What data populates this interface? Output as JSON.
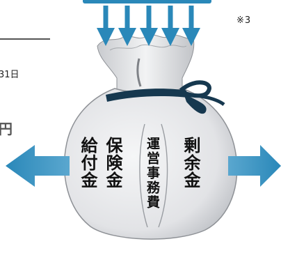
{
  "notes": {
    "ref_mark": "※3",
    "date_fragment": "31日",
    "yen_fragment": "円"
  },
  "bag": {
    "left_outflow_1": "給付金",
    "left_outflow_2": "保険金",
    "center_label": "運営事務費",
    "right_outflow": "剰余金"
  },
  "colors": {
    "arrow_blue": "#2a88b9",
    "bag_fill": "#e9eaec",
    "ribbon": "#16384f"
  },
  "icons": [
    "down-arrow-icon",
    "left-arrow-icon",
    "right-arrow-icon",
    "money-bag-icon"
  ]
}
